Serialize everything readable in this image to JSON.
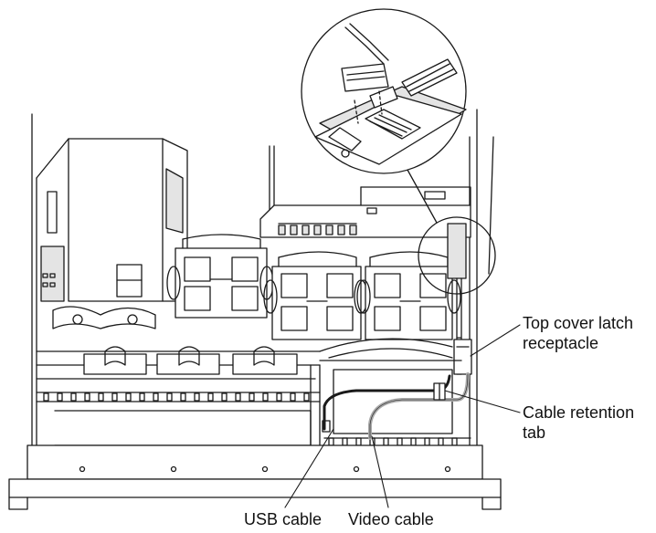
{
  "callouts": {
    "top_cover_latch": [
      "Top cover latch",
      "receptacle"
    ],
    "cable_retention": [
      "Cable retention",
      "tab"
    ],
    "usb_cable": "USB cable",
    "video_cable": "Video cable"
  },
  "colors": {
    "line": "#1a1a1a",
    "fill": "#ffffff",
    "shade": "#e4e4e4",
    "video_cable": "#a8a8a8"
  }
}
